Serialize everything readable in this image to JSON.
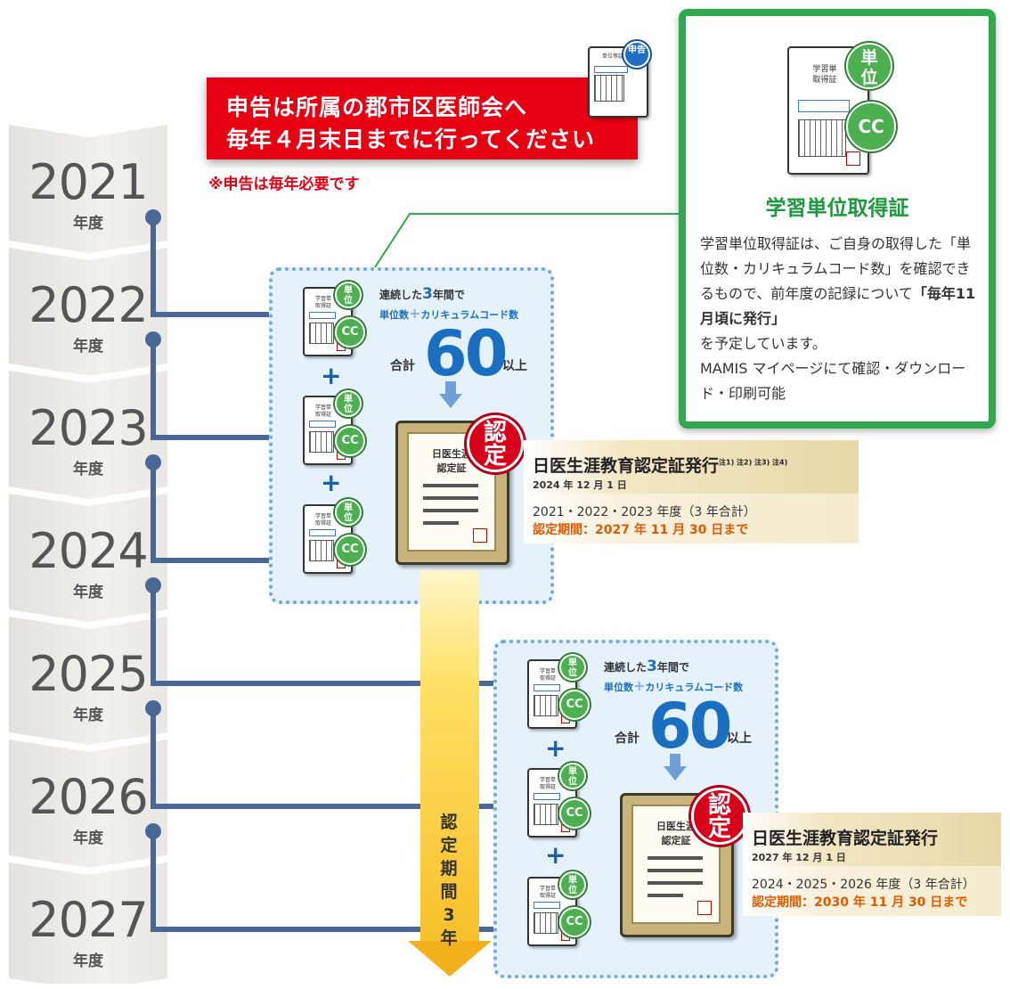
{
  "banner": {
    "line1": "申告は所属の郡市区医師会へ",
    "line2": "毎年４月末日までに行ってください"
  },
  "note": "※申告は毎年必要です",
  "small_doc": {
    "title": "単位等証",
    "badge": "申告"
  },
  "years": [
    {
      "num": "2021",
      "unit": "年度"
    },
    {
      "num": "2022",
      "unit": "年度"
    },
    {
      "num": "2023",
      "unit": "年度"
    },
    {
      "num": "2024",
      "unit": "年度"
    },
    {
      "num": "2025",
      "unit": "年度"
    },
    {
      "num": "2026",
      "unit": "年度"
    },
    {
      "num": "2027",
      "unit": "年度"
    }
  ],
  "card": {
    "title_line1": "学習単",
    "title_line2": "取得証",
    "badge_unit_line1": "単",
    "badge_unit_line2": "位",
    "badge_cc": "CC"
  },
  "plus_sign": "+",
  "condition": {
    "line1_pre": "連続した",
    "line1_num": "3",
    "line1_post": "年間で",
    "line2_a": "単位数",
    "line2_plus": "+",
    "line2_b": "カリキュラムコード数",
    "total_label": "合計",
    "total_value": "60",
    "total_suffix": "以上"
  },
  "certificate": {
    "line1": "日医生涯",
    "line2": "認定証",
    "seal_line1": "認",
    "seal_line2": "定"
  },
  "issue1": {
    "heading": "日医生涯教育認定証発行",
    "notes": "注1) 注2) 注3) 注4)",
    "date": "2024 年 12 月 1 日",
    "years": "2021・2022・2023 年度（3 年合計）",
    "period": "認定期間：2027 年 11 月 30 日まで"
  },
  "issue2": {
    "heading": "日医生涯教育認定証発行",
    "date": "2027 年 12 月 1 日",
    "years": "2024・2025・2026 年度（3 年合計）",
    "period": "認定期間：2030 年 11 月 30 日まで"
  },
  "validity_arrow": {
    "chars": [
      "認",
      "定",
      "期",
      "間",
      "3",
      "年"
    ]
  },
  "info_box": {
    "doc_title_line1": "学習単",
    "doc_title_line2": "取得証",
    "badge_unit_line1": "単",
    "badge_unit_line2": "位",
    "badge_cc": "CC",
    "title": "学習単位取得証",
    "text1": "学習単位取得証は、ご自身の取得した「単位数・カリキュラムコード数」を確認できるもので、前年度の記録について",
    "text_bold": "「毎年11月頃に発行」",
    "text2": "を予定しています。",
    "text3": "MAMIS マイページにて確認・ダウンロード・印刷可能"
  },
  "colors": {
    "timeline": "#4a6895",
    "banner_red": "#e60012",
    "green": "#2fa84f",
    "blue_accent": "#1a6fc0",
    "period_orange": "#e05a00"
  }
}
